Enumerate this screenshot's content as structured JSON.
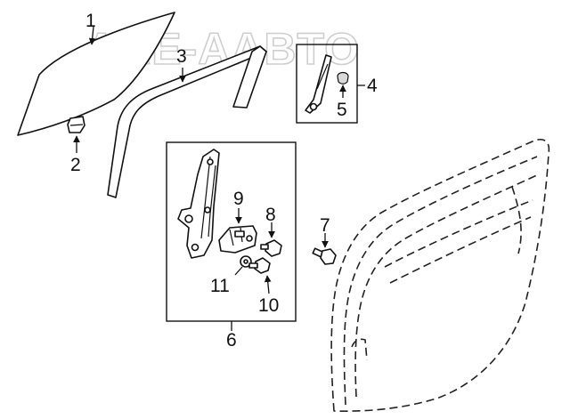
{
  "watermark": "AAE-AABTO",
  "callouts": [
    {
      "id": "glass",
      "label": "1"
    },
    {
      "id": "clip",
      "label": "2"
    },
    {
      "id": "run-channel",
      "label": "3"
    },
    {
      "id": "sash-assembly",
      "label": "4"
    },
    {
      "id": "sash-clip",
      "label": "5"
    },
    {
      "id": "regulator-assembly",
      "label": "6"
    },
    {
      "id": "regulator-bolt",
      "label": "7"
    },
    {
      "id": "motor-bolt",
      "label": "8"
    },
    {
      "id": "motor",
      "label": "9"
    },
    {
      "id": "regulator-screw",
      "label": "10"
    },
    {
      "id": "washer",
      "label": "11"
    }
  ]
}
